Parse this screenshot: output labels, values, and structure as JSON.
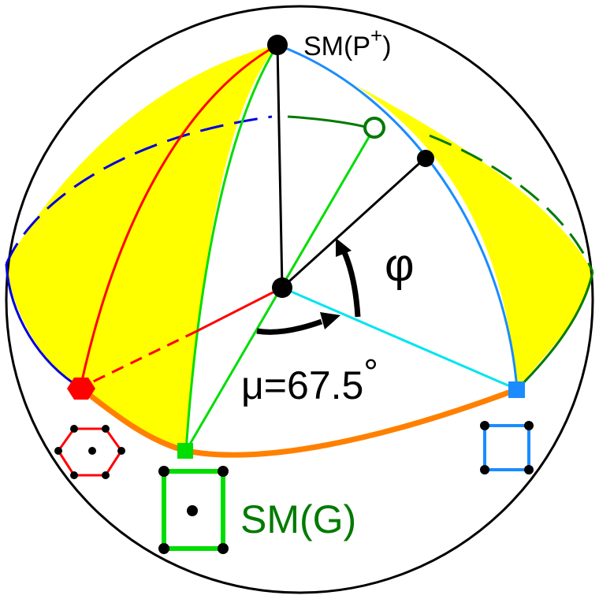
{
  "labels": {
    "sm_p": "SM(P",
    "sm_p_sup": "+",
    "sm_p_close": ")",
    "sm_g": "SM(G)",
    "phi": "φ",
    "mu": "μ=67.5",
    "mu_degree": "°"
  },
  "colors": {
    "sphere_outline": "#000000",
    "shaded_region": "#ffff00",
    "red_meridian": "#ff0000",
    "green_meridian": "#00dd00",
    "blue_meridian": "#1a8cff",
    "cyan_line": "#00e5ee",
    "dark_green": "#007a00",
    "dark_blue": "#0000dd",
    "equator_front": "#ff8000"
  },
  "icons": {
    "hexagon_marker": "hexagon-icon",
    "square_marker": "square-icon",
    "open_circle_marker": "open-circle-icon"
  }
}
